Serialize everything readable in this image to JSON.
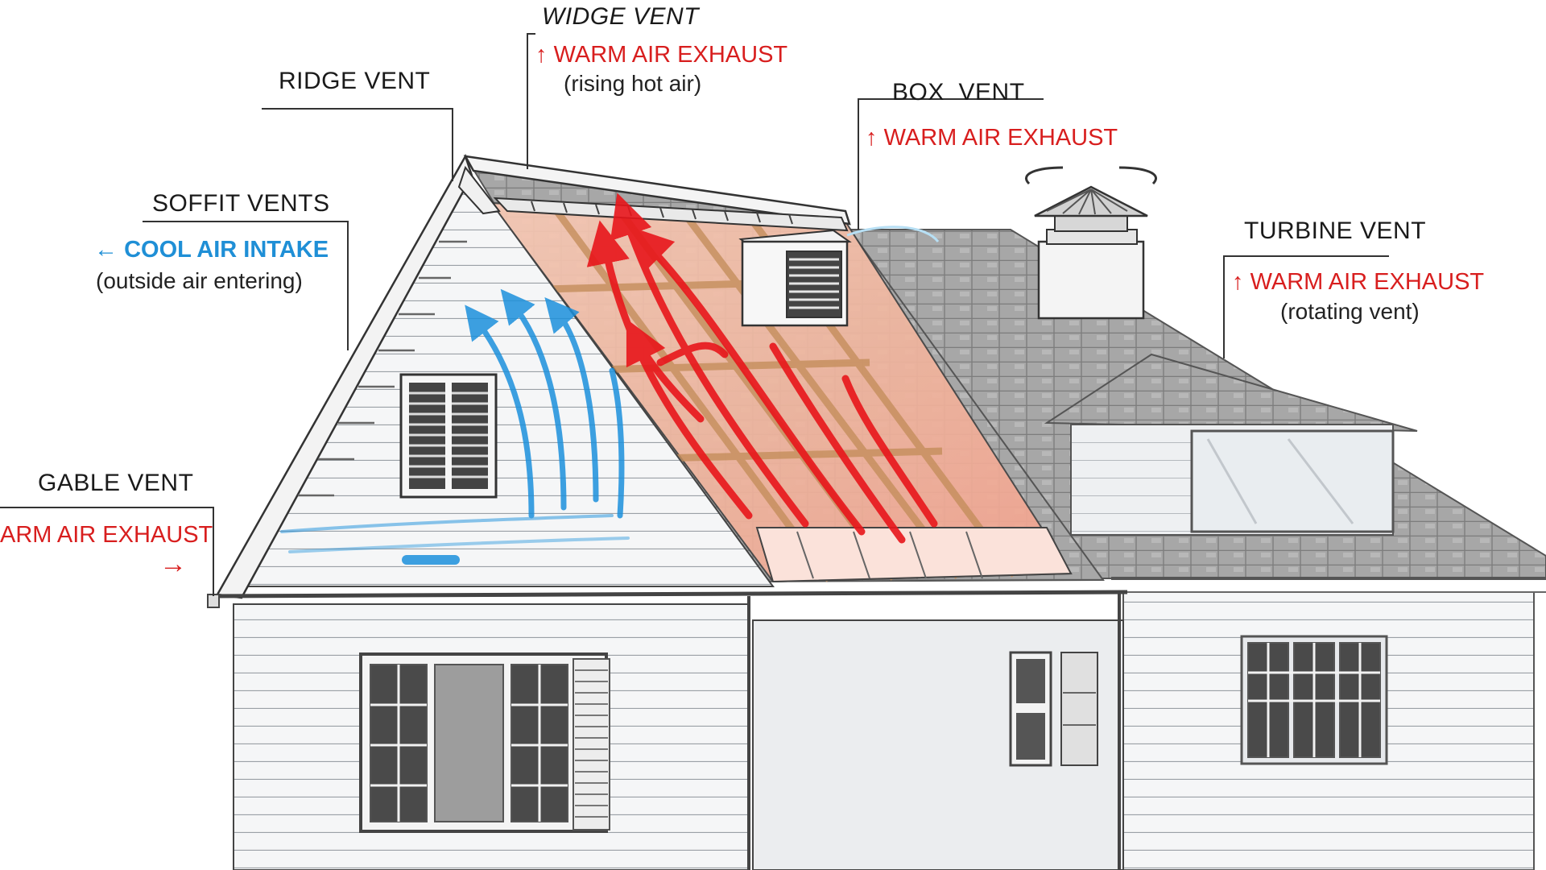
{
  "colors": {
    "warm": "#d81e1e",
    "cool": "#1f8fd6",
    "line": "#333333",
    "siding": "#f4f5f6",
    "shingle": "#9a9a9a"
  },
  "labels": {
    "widge_vent": {
      "title": "WIDGE VENT",
      "flow_arrow": "↑",
      "flow": "WARM AIR EXHAUST",
      "sub": "(rising hot air)"
    },
    "ridge_vent": {
      "title": "RIDGE VENT"
    },
    "box_vent": {
      "title": "BOX  VENT",
      "flow_arrow": "↑",
      "flow": "WARM AIR EXHAUST"
    },
    "soffit_vents": {
      "title": "SOFFIT VENTS",
      "flow_arrow": "←",
      "flow": "COOL AIR INTAKE",
      "sub": "(outside air entering)"
    },
    "turbine_vent": {
      "title": "TURBINE VENT",
      "flow_arrow": "↑",
      "flow": "WARM AIR EXHAUST",
      "sub": "(rotating vent)"
    },
    "gable_vent": {
      "title": "GABLE VENT",
      "flow": "ARM AIR EXHAUST",
      "flow_arrow": "→"
    }
  },
  "icons": {
    "up_arrow": "arrow-up-icon",
    "left_arrow": "arrow-left-icon",
    "right_arrow": "arrow-right-icon"
  }
}
